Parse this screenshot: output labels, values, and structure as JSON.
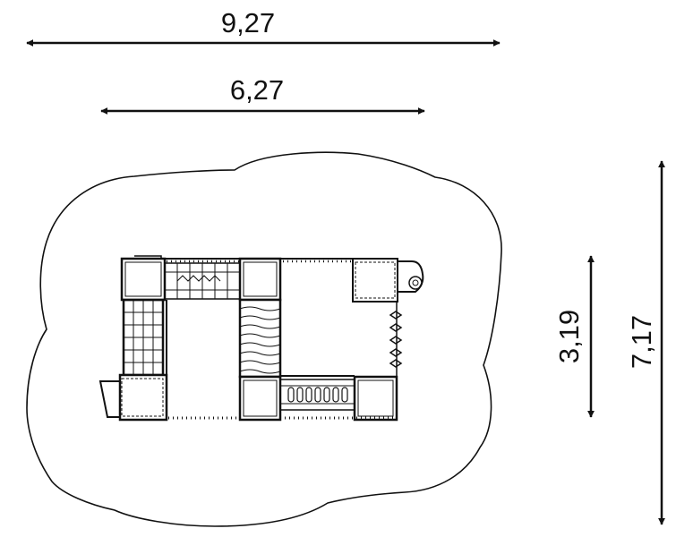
{
  "dimensions": {
    "overall_width": "9,27",
    "equipment_width": "6,27",
    "equipment_depth": "3,19",
    "overall_depth": "7,17"
  }
}
